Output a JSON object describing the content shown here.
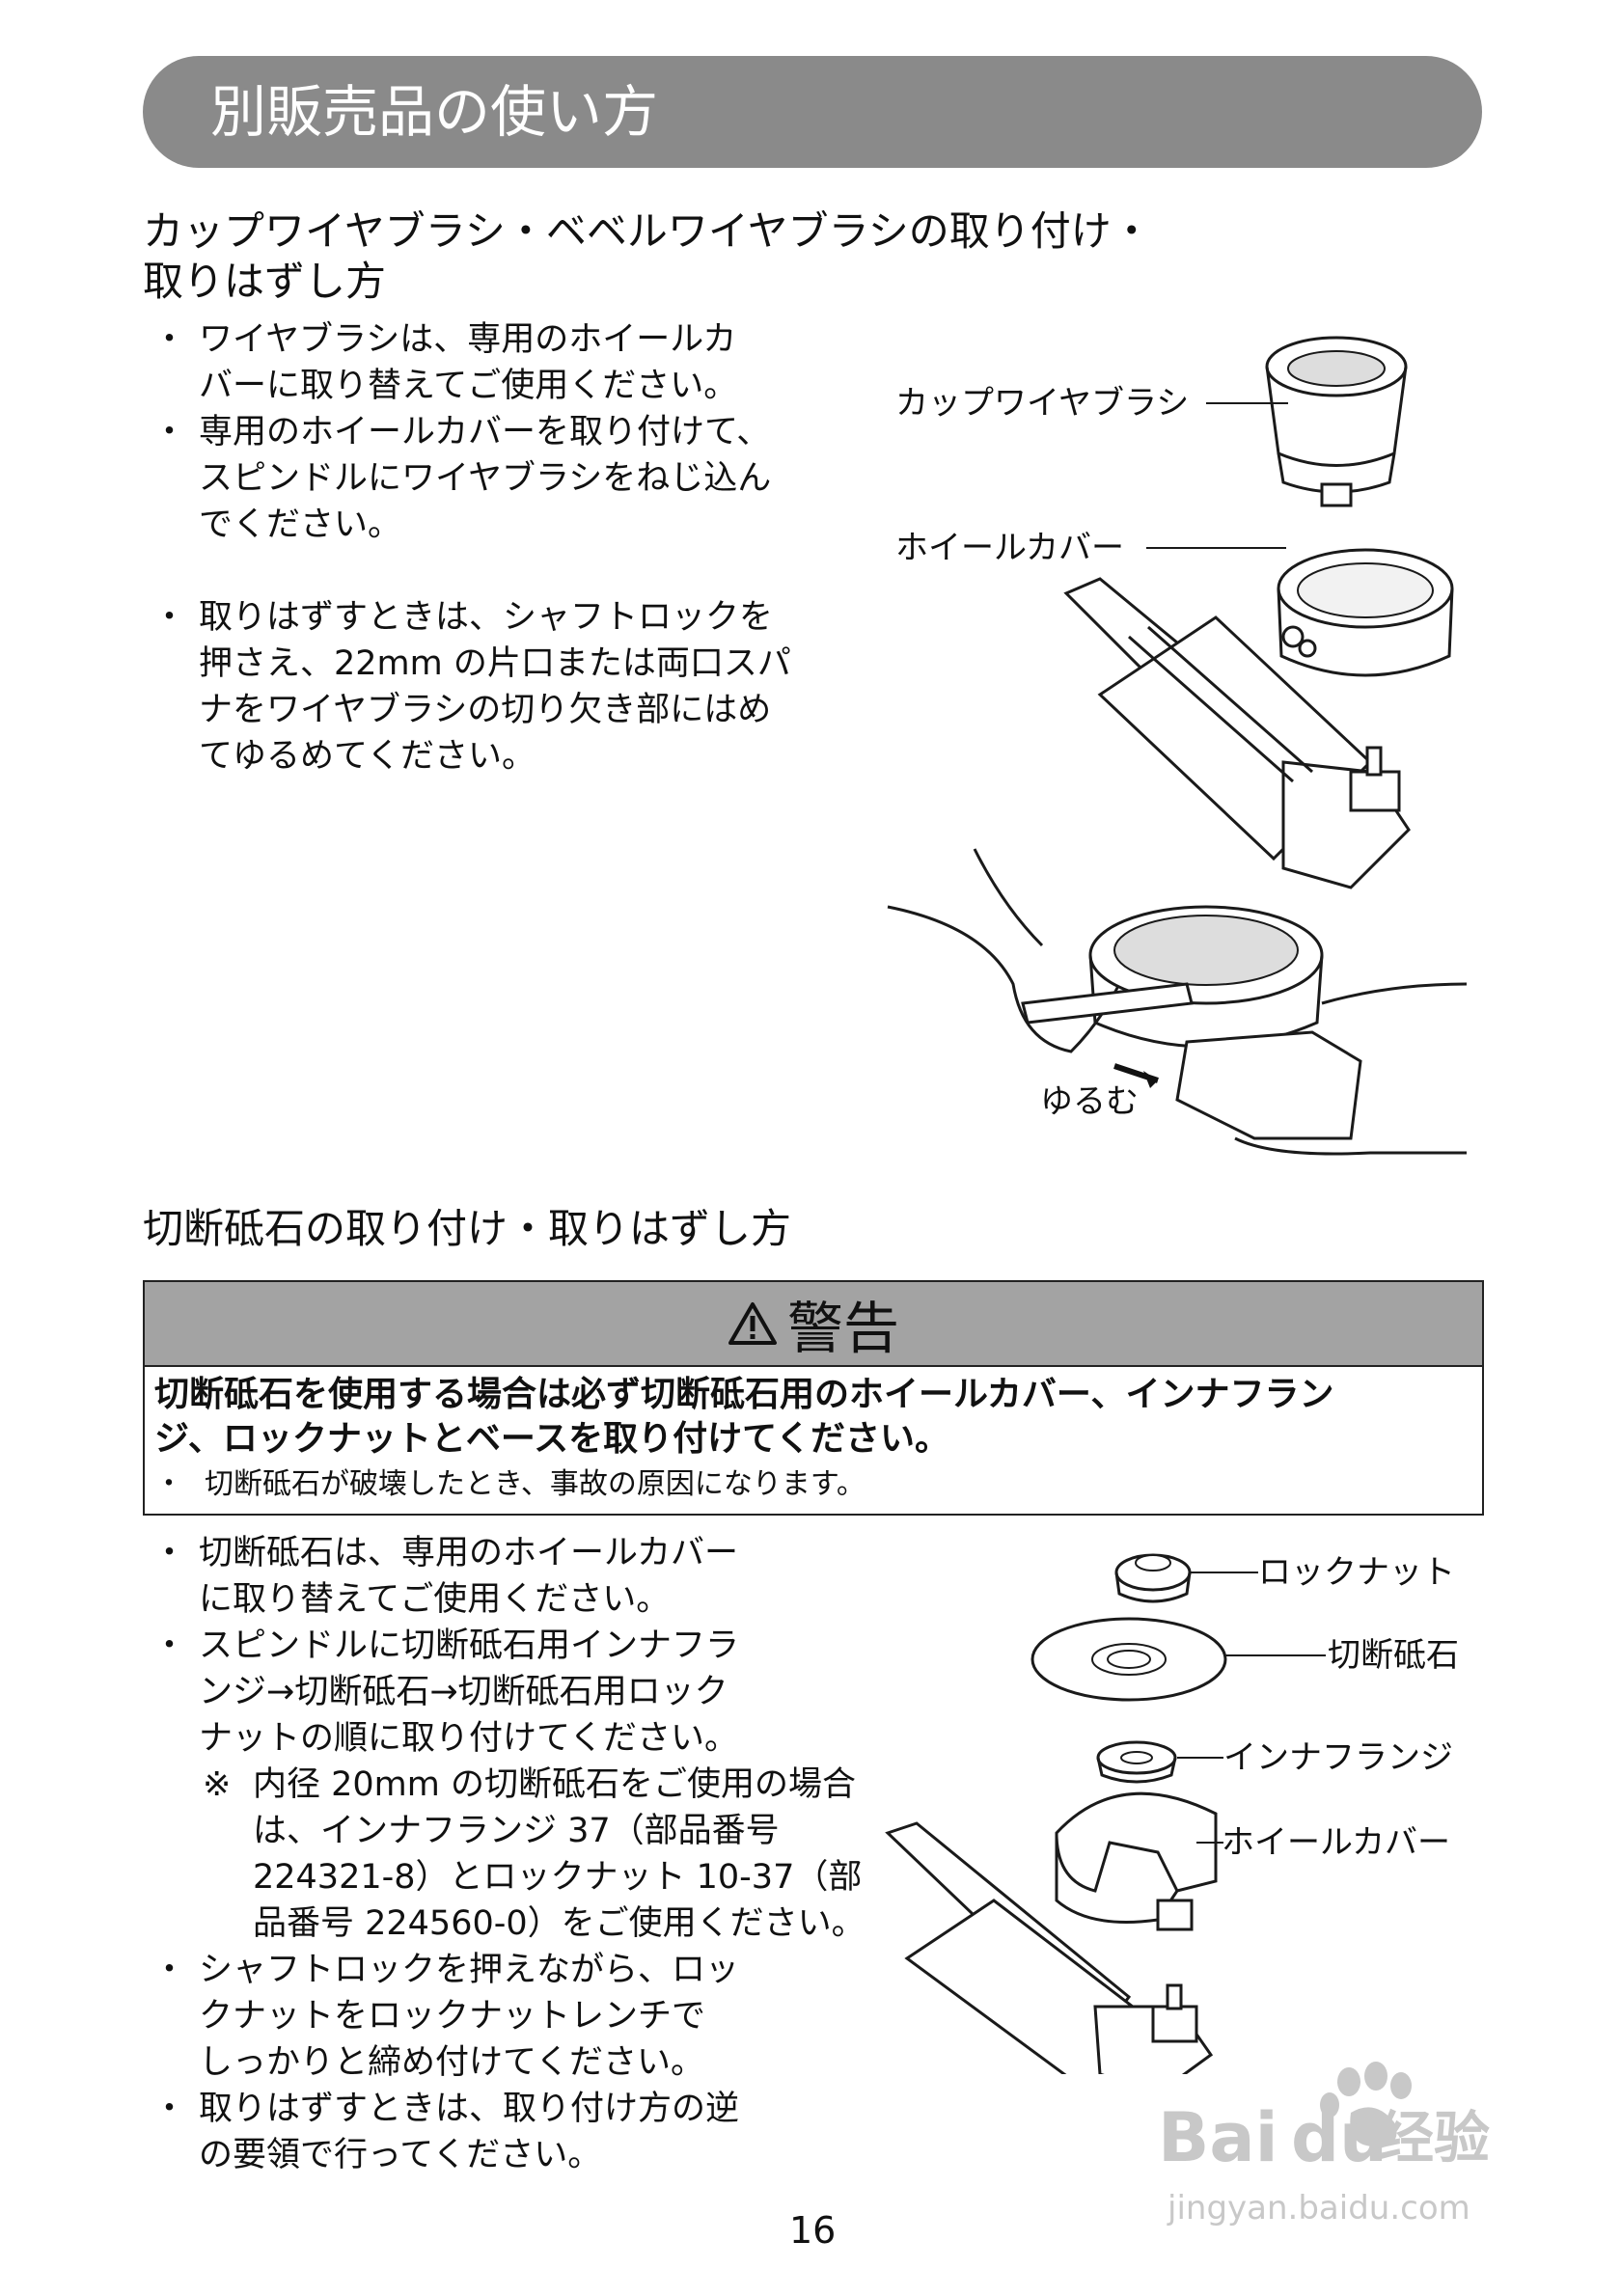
{
  "header": {
    "title": "別販売品の使い方"
  },
  "section1": {
    "heading_line1": "カップワイヤブラシ・ベベルワイヤブラシの取り付け・",
    "heading_line2": "取りはずし方",
    "bullet1": [
      "ワイヤブラシは、専用のホイールカ",
      "バーに取り替えてご使用ください。"
    ],
    "bullet2": [
      "専用のホイールカバーを取り付けて、",
      "スピンドルにワイヤブラシをねじ込ん",
      "でください。"
    ],
    "bullet3": [
      "取りはずすときは、シャフトロックを",
      "押さえ、22mm の片口または両口スパ",
      "ナをワイヤブラシの切り欠き部にはめ",
      "てゆるめてください。"
    ],
    "figure_labels": {
      "cup_wire_brush": "カップワイヤブラシ",
      "wheel_cover": "ホイールカバー",
      "loosen": "ゆるむ"
    }
  },
  "section2": {
    "heading": "切断砥石の取り付け・取りはずし方",
    "warning": {
      "title": "警告",
      "text_line1": "切断砥石を使用する場合は必ず切断砥石用のホイールカバー、インナフラン",
      "text_line2": "ジ、ロックナットとベースを取り付けてください。",
      "note": "切断砥石が破壊したとき、事故の原因になります。"
    },
    "bullet1": [
      "切断砥石は、専用のホイールカバー",
      "に取り替えてご使用ください。"
    ],
    "bullet2": [
      "スピンドルに切断砥石用インナフラ",
      "ンジ→切断砥石→切断砥石用ロック",
      "ナットの順に取り付けてください。"
    ],
    "note": [
      "内径 20mm の切断砥石をご使用の場合",
      "は、インナフランジ 37（部品番号",
      "224321-8）とロックナット 10-37（部",
      "品番号 224560-0）をご使用ください。"
    ],
    "bullet3": [
      "シャフトロックを押えながら、ロッ",
      "クナットをロックナットレンチで",
      "しっかりと締め付けてください。"
    ],
    "bullet4": [
      "取りはずすときは、取り付け方の逆",
      "の要領で行ってください。"
    ],
    "figure_labels": {
      "lock_nut": "ロックナット",
      "cutting_wheel": "切断砥石",
      "inner_flange": "インナフランジ",
      "wheel_cover": "ホイールカバー"
    }
  },
  "symbols": {
    "bullet": "・",
    "note_mark": "※"
  },
  "page_number": "16",
  "watermark": {
    "brand": "Bai",
    "brand2": "du",
    "cn": "经验",
    "url": "jingyan.baidu.com"
  }
}
